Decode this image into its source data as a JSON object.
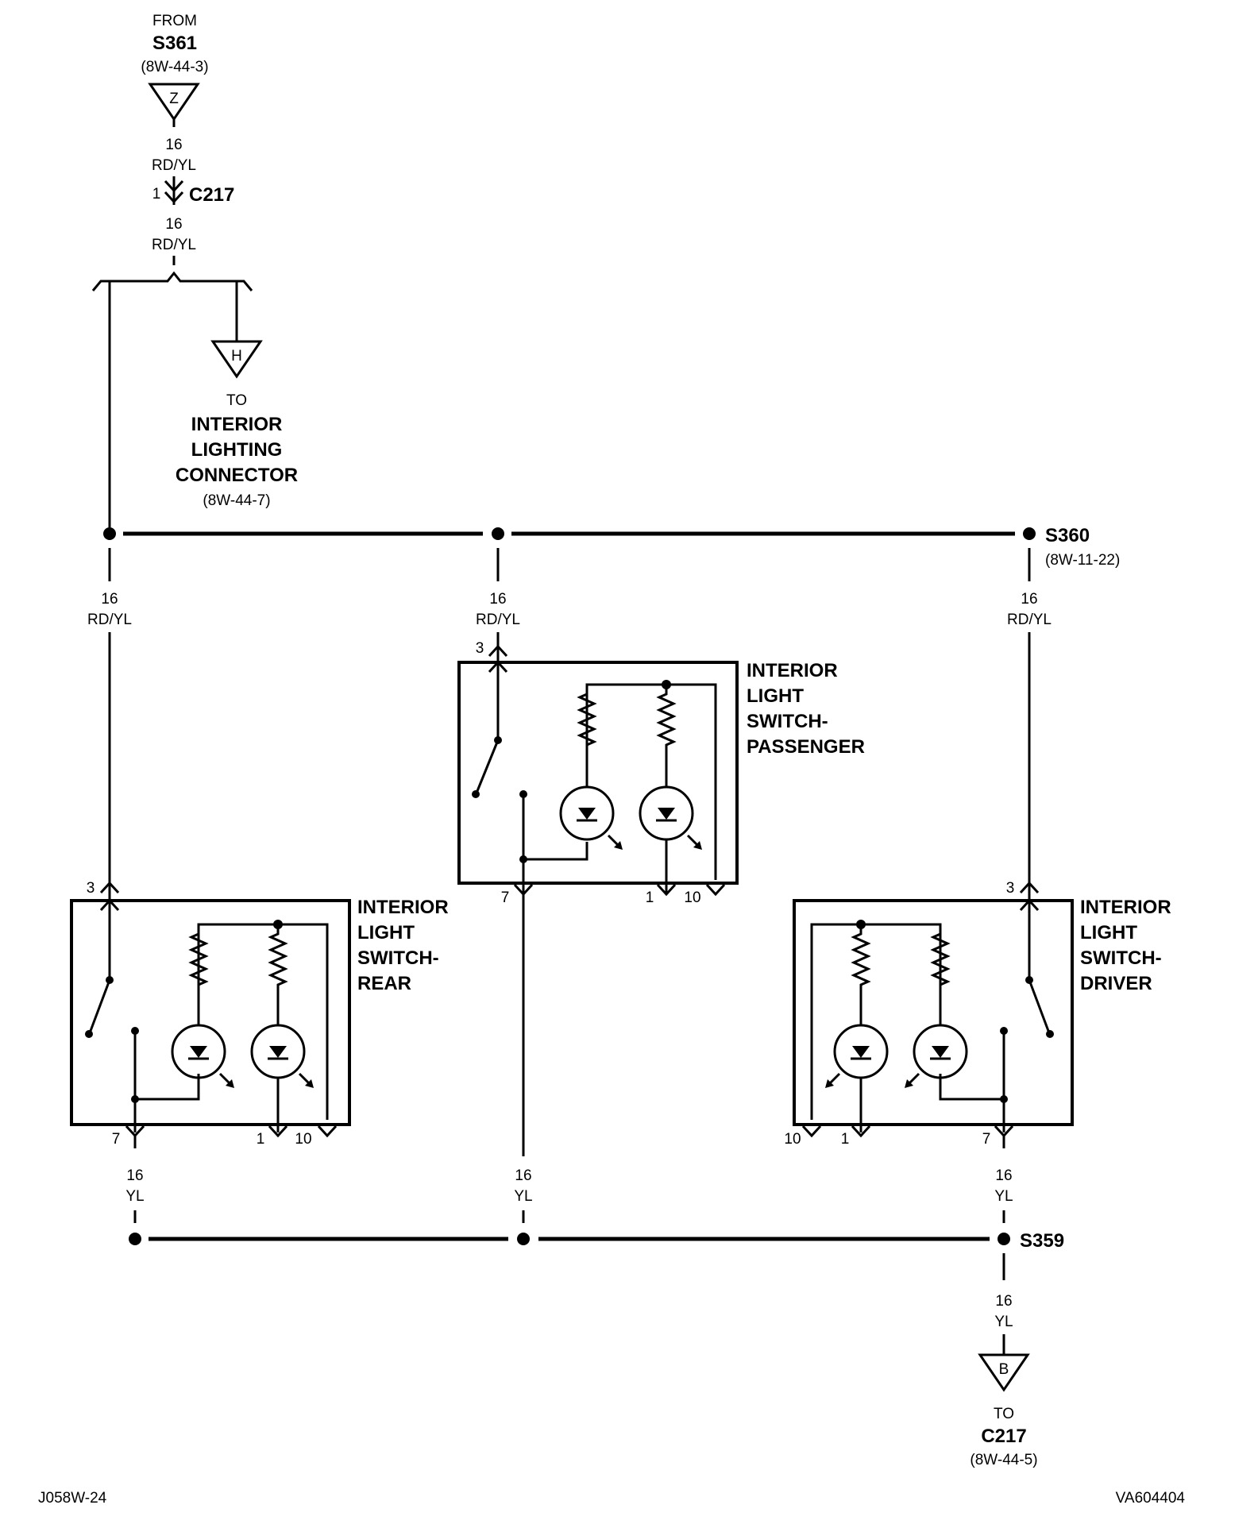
{
  "top_source": {
    "from_label": "FROM",
    "splice": "S361",
    "page_ref": "(8W-44-3)",
    "letter": "Z",
    "wire_gauge": "16",
    "wire_color": "RD/YL"
  },
  "connector_c217": {
    "pin": "1",
    "name": "C217",
    "wire_gauge": "16",
    "wire_color": "RD/YL"
  },
  "interior_lighting_connector": {
    "letter": "H",
    "to_label": "TO",
    "name_line1": "INTERIOR",
    "name_line2": "LIGHTING",
    "name_line3": "CONNECTOR",
    "page_ref": "(8W-44-7)"
  },
  "splice_s360": {
    "name": "S360",
    "page_ref": "(8W-11-22)"
  },
  "splice_s359": {
    "name": "S359"
  },
  "feed_wires": {
    "gauge": "16",
    "color": "RD/YL"
  },
  "ground_wires": {
    "gauge": "16",
    "color": "YL"
  },
  "switch_passenger": {
    "line1": "INTERIOR",
    "line2": "LIGHT",
    "line3": "SWITCH-",
    "line4": "PASSENGER",
    "pin_in": "3",
    "pin_out": "7",
    "pin_a": "1",
    "pin_b": "10"
  },
  "switch_rear": {
    "line1": "INTERIOR",
    "line2": "LIGHT",
    "line3": "SWITCH-",
    "line4": "REAR",
    "pin_in": "3",
    "pin_out": "7",
    "pin_a": "1",
    "pin_b": "10"
  },
  "switch_driver": {
    "line1": "INTERIOR",
    "line2": "LIGHT",
    "line3": "SWITCH-",
    "line4": "DRIVER",
    "pin_in": "3",
    "pin_out": "7",
    "pin_a": "1",
    "pin_b": "10"
  },
  "bottom_destination": {
    "letter": "B",
    "to_label": "TO",
    "name": "C217",
    "page_ref": "(8W-44-5)",
    "wire_gauge": "16",
    "wire_color": "YL"
  },
  "footer": {
    "left_code": "J058W-24",
    "right_code": "VA604404"
  }
}
